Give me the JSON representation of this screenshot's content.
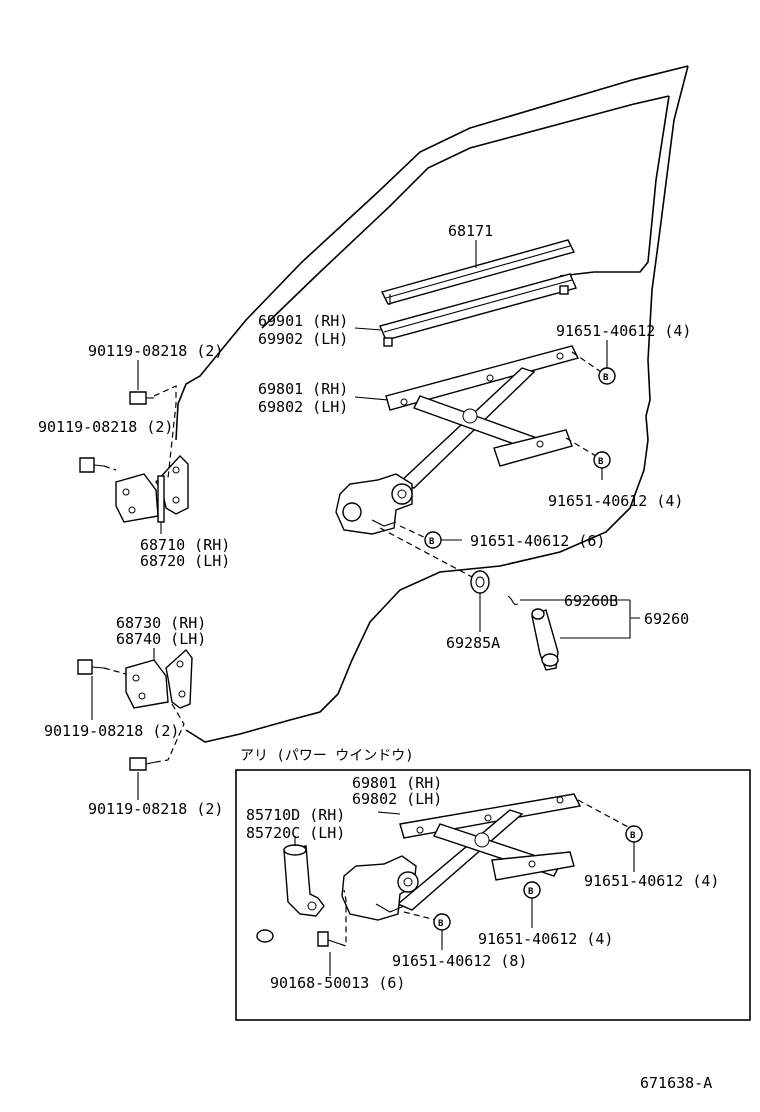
{
  "labels": {
    "p68171": "68171",
    "p69901": "69901 (RH)",
    "p69902": "69902 (LH)",
    "p69801": "69801 (RH)",
    "p69802": "69802 (LH)",
    "p91651_a": "91651-40612 (4)",
    "p91651_b": "91651-40612 (4)",
    "p91651_c": "91651-40612 (6)",
    "p90119_a": "90119-08218 (2)",
    "p90119_b": "90119-08218 (2)",
    "p90119_c": "90119-08218 (2)",
    "p90119_d": "90119-08218 (2)",
    "p68710": "68710 (RH)",
    "p68720": "68720 (LH)",
    "p68730": "68730 (RH)",
    "p68740": "68740 (LH)",
    "p69260B": "69260B",
    "p69260": "69260",
    "p69285A": "69285A",
    "box_title": "アリ (パワー ウインドウ)",
    "p69801_box": "69801 (RH)",
    "p69802_box": "69802 (LH)",
    "p85710D": "85710D (RH)",
    "p85720C": "85720C (LH)",
    "p91651_box_a": "91651-40612 (4)",
    "p91651_box_b": "91651-40612 (4)",
    "p91651_box_c": "91651-40612 (8)",
    "p90168": "90168-50013 (6)",
    "drawing_number": "671638-A"
  },
  "callout_letter": "B"
}
